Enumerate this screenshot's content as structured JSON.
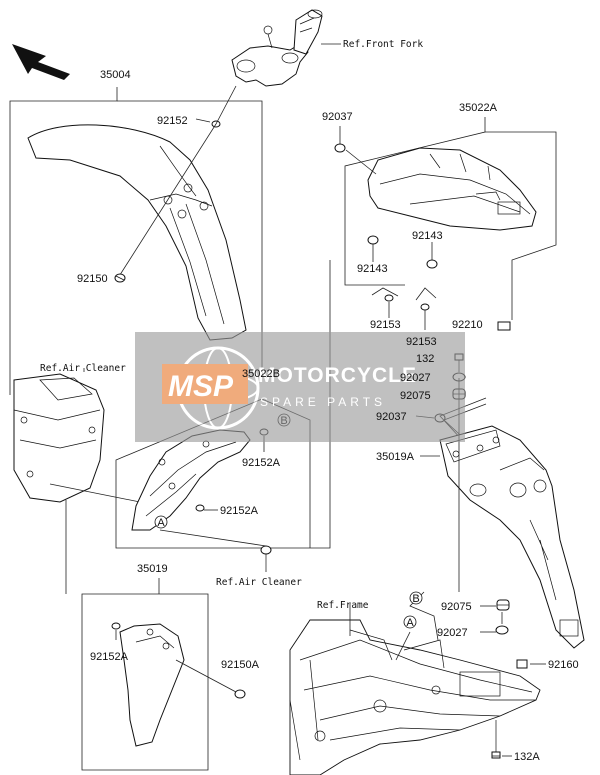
{
  "labels": {
    "p35004": "35004",
    "p92152_top": "92152",
    "p92150": "92150",
    "ref_front_fork": "Ref.Front Fork",
    "p92037_top": "92037",
    "p35022A": "35022A",
    "p92143_a": "92143",
    "p92143_b": "92143",
    "p92153_a": "92153",
    "p92153_b": "92153",
    "p92210": "92210",
    "p132": "132",
    "p92027_a": "92027",
    "p92075_a": "92075",
    "p92037_b": "92037",
    "p35019A": "35019A",
    "ref_air_cleaner_1": "Ref.Air Cleaner",
    "p35022B": "35022B",
    "p92152A_a": "92152A",
    "p92152A_b": "92152A",
    "ref_air_cleaner_2": "Ref.Air Cleaner",
    "p35019": "35019",
    "p92152A_c": "92152A",
    "p92150A": "92150A",
    "ref_frame": "Ref.Frame",
    "p92075_b": "92075",
    "p92027_b": "92027",
    "p92160": "92160",
    "p132A": "132A",
    "callout_A1": "A",
    "callout_B1": "B",
    "callout_A2": "A",
    "callout_B2": "B"
  },
  "watermark": {
    "logo": "MSP",
    "name": "MOTORCYCLE",
    "sub": "SPARE PARTS"
  },
  "colors": {
    "watermark_bg": "#9a9a9a",
    "watermark_accent": "#e8792d"
  }
}
